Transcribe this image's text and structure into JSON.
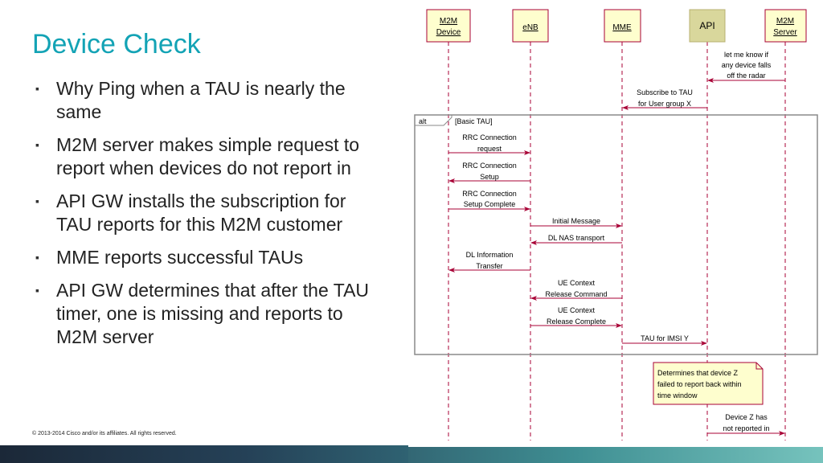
{
  "slide": {
    "title": "Device Check",
    "bullets": [
      "Why Ping when a TAU is nearly the same",
      "M2M server makes simple request to report when devices do not report in",
      "API GW installs the subscription for TAU reports for this M2M customer",
      "MME reports successful TAUs",
      "API GW determines that after the TAU timer, one is missing and reports to M2M server"
    ],
    "copyright": "© 2013-2014  Cisco and/or its affiliates. All rights reserved."
  },
  "diagram": {
    "participants": [
      {
        "lines": [
          "M2M",
          "Device"
        ]
      },
      {
        "lines": [
          "eNB"
        ]
      },
      {
        "lines": [
          "MME"
        ]
      },
      {
        "lines": [
          "API"
        ]
      },
      {
        "lines": [
          "M2M",
          "Server"
        ]
      }
    ],
    "fragment": {
      "operator": "alt",
      "guard": "[Basic TAU]"
    },
    "messages": [
      {
        "lines": [
          "let me know if",
          "any device falls",
          "off the radar"
        ]
      },
      {
        "lines": [
          "Subscribe to TAU",
          "for User group X"
        ]
      },
      {
        "lines": [
          "RRC Connection",
          "request"
        ]
      },
      {
        "lines": [
          "RRC Connection",
          "Setup"
        ]
      },
      {
        "lines": [
          "RRC Connection",
          "Setup Complete"
        ]
      },
      {
        "lines": [
          "Initial Message"
        ]
      },
      {
        "lines": [
          "DL NAS transport"
        ]
      },
      {
        "lines": [
          "DL Information",
          "Transfer"
        ]
      },
      {
        "lines": [
          "UE Context",
          "Release Command"
        ]
      },
      {
        "lines": [
          "UE Context",
          "Release Complete"
        ]
      },
      {
        "lines": [
          "TAU for IMSI Y"
        ]
      },
      {
        "lines": [
          "Device Z has",
          "not reported in"
        ]
      }
    ],
    "note": {
      "lines": [
        "Determines that device Z",
        "failed to report back within",
        "time window"
      ]
    },
    "colors": {
      "participant_fill": "#fefece",
      "api_fill": "#d9d79c",
      "border": "#a80036",
      "arrow": "#a80036",
      "text": "#000000",
      "fragment": "#8a8a8a"
    }
  }
}
